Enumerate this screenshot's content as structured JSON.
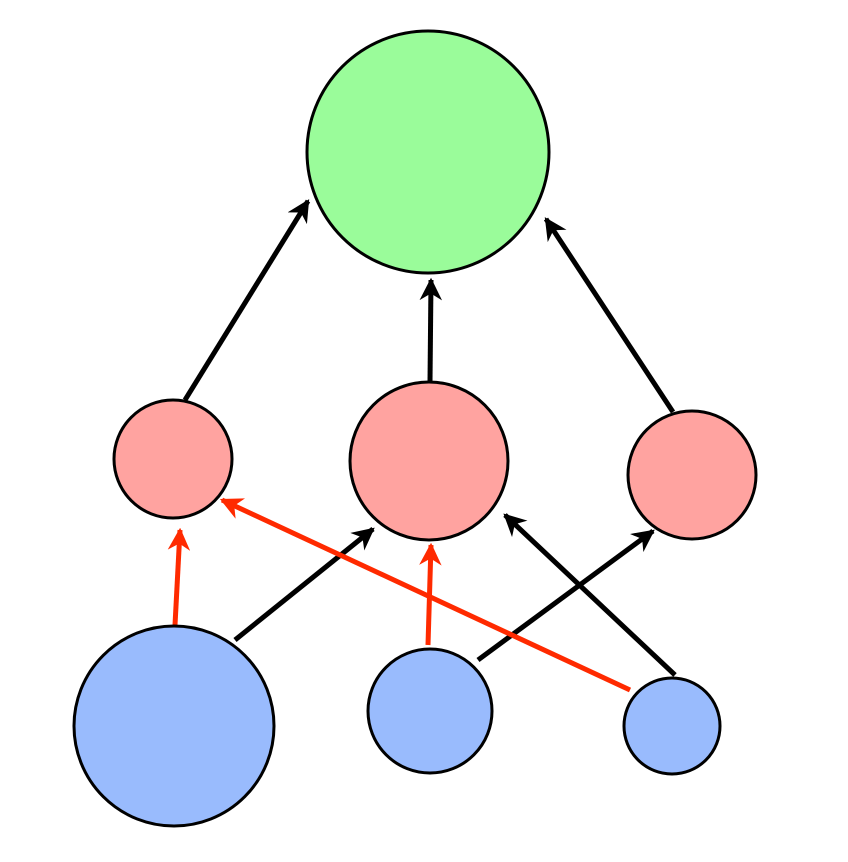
{
  "diagram": {
    "colors": {
      "top_fill": "#9afc9a",
      "middle_fill": "#ffa3a0",
      "bottom_fill": "#99bbfd",
      "outline": "#000000",
      "edge_black": "#000000",
      "edge_red": "#ff2a00"
    },
    "nodes": [
      {
        "id": "top-node",
        "layer": "top"
      },
      {
        "id": "middle-node-1",
        "layer": "middle"
      },
      {
        "id": "middle-node-2",
        "layer": "middle"
      },
      {
        "id": "middle-node-3",
        "layer": "middle"
      },
      {
        "id": "bottom-node-1",
        "layer": "bottom"
      },
      {
        "id": "bottom-node-2",
        "layer": "bottom"
      },
      {
        "id": "bottom-node-3",
        "layer": "bottom"
      }
    ],
    "edges": [
      {
        "from": "middle-node-1",
        "to": "top-node",
        "color": "black"
      },
      {
        "from": "middle-node-2",
        "to": "top-node",
        "color": "black"
      },
      {
        "from": "middle-node-3",
        "to": "top-node",
        "color": "black"
      },
      {
        "from": "bottom-node-1",
        "to": "middle-node-1",
        "color": "red"
      },
      {
        "from": "bottom-node-1",
        "to": "middle-node-2",
        "color": "black"
      },
      {
        "from": "bottom-node-2",
        "to": "middle-node-2",
        "color": "red"
      },
      {
        "from": "bottom-node-2",
        "to": "middle-node-3",
        "color": "black"
      },
      {
        "from": "bottom-node-3",
        "to": "middle-node-1",
        "color": "red"
      },
      {
        "from": "bottom-node-3",
        "to": "middle-node-2",
        "color": "black"
      }
    ]
  }
}
